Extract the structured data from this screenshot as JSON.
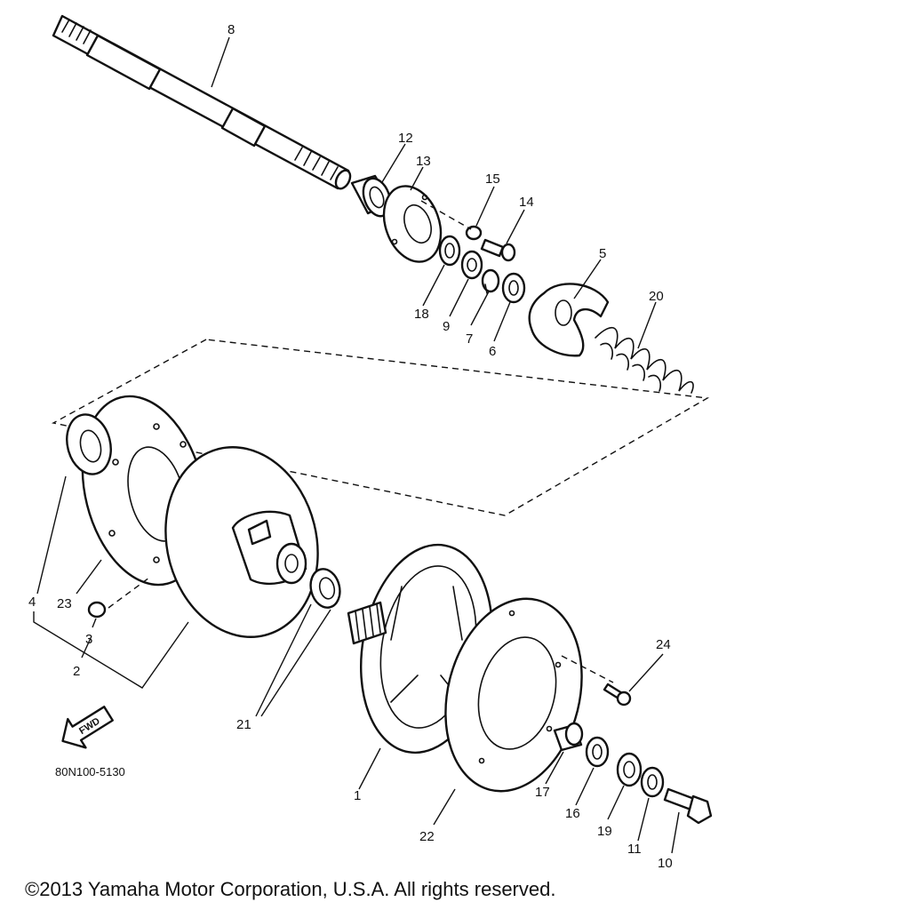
{
  "diagram": {
    "callouts": {
      "c1": "1",
      "c2": "2",
      "c3": "3",
      "c4": "4",
      "c5": "5",
      "c6": "6",
      "c7": "7",
      "c8": "8",
      "c9": "9",
      "c10": "10",
      "c11": "11",
      "c12": "12",
      "c13": "13",
      "c14": "14",
      "c15": "15",
      "c16": "16",
      "c17": "17",
      "c18": "18",
      "c19": "19",
      "c20": "20",
      "c21": "21",
      "c22": "22",
      "c23": "23",
      "c24": "24"
    },
    "fwd_label": "FWD",
    "part_code": "80N100-5130"
  },
  "footer": {
    "copyright": "©2013 Yamaha Motor Corporation, U.S.A. All rights reserved."
  },
  "colors": {
    "ink": "#111111",
    "paper": "#ffffff"
  }
}
